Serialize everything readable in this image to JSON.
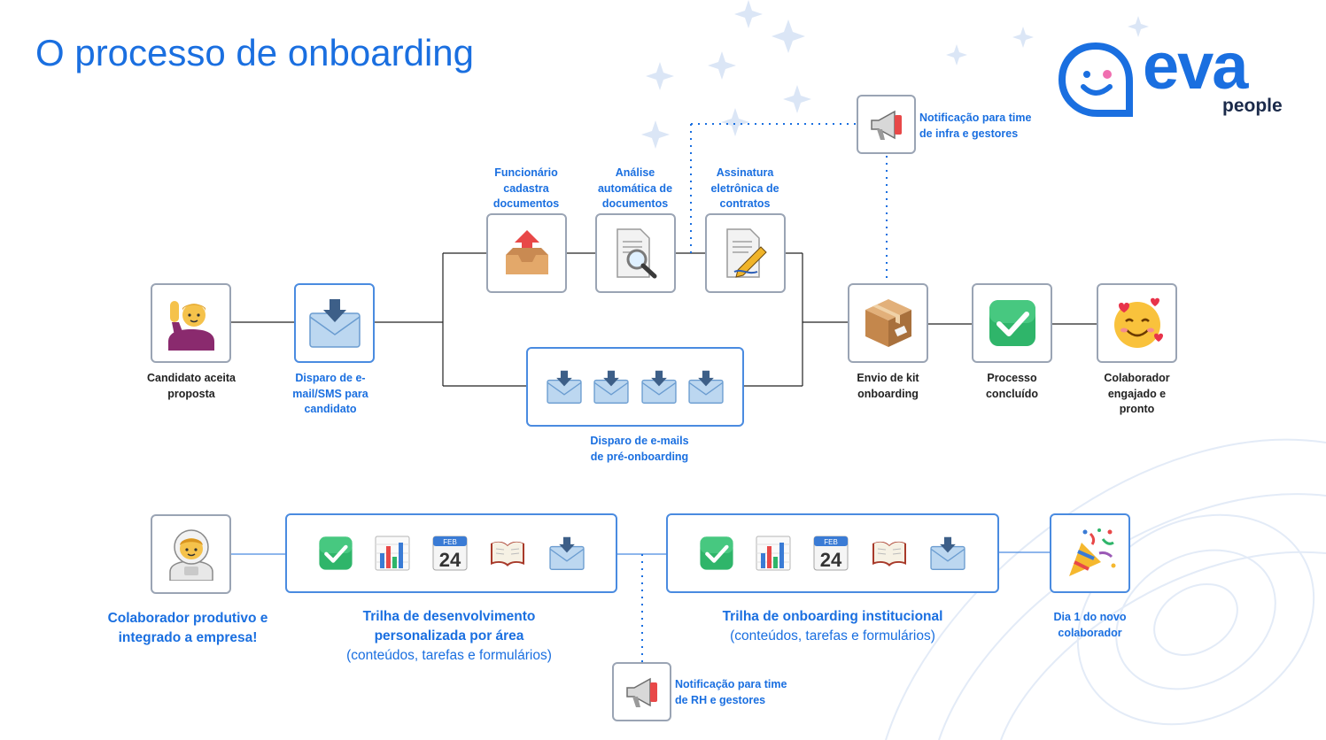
{
  "page": {
    "title": "O processo de onboarding"
  },
  "logo": {
    "brand": "eva",
    "sub": "people",
    "color": "#1a6fe0"
  },
  "colors": {
    "accent": "#1a6fe0",
    "line": "#222222",
    "dotted": "#1a6fe0",
    "box_border": "#9aa4b4"
  },
  "nodes": {
    "candidate": {
      "label": "Candidato aceita proposta",
      "icon": "person-raising-hand-icon"
    },
    "dispatch": {
      "label": "Disparo de e-mail/SMS para candidato",
      "icon": "envelope-inbox-icon"
    },
    "register": {
      "label": "Funcionário cadastra documentos",
      "icon": "outbox-tray-icon"
    },
    "analysis": {
      "label": "Análise automática de documentos",
      "icon": "document-search-icon"
    },
    "signature": {
      "label": "Assinatura eletrônica de contratos",
      "icon": "document-pen-icon"
    },
    "preonboarding": {
      "label_line1": "Disparo de e-mails",
      "label_line2": "de pré-onboarding",
      "icon": "envelope-inbox-icon"
    },
    "notify_infra": {
      "label_line1": "Notificação para time",
      "label_line2": "de infra e gestores",
      "icon": "megaphone-icon"
    },
    "kit": {
      "label": "Envio de kit onboarding",
      "icon": "package-icon"
    },
    "done": {
      "label": "Processo concluído",
      "icon": "check-mark-icon"
    },
    "engaged": {
      "label": "Colaborador engajado e pronto",
      "icon": "smiling-face-hearts-icon"
    },
    "productive": {
      "label": "Colaborador produtivo e integrado a empresa!",
      "icon": "astronaut-icon"
    },
    "track_dev": {
      "title": "Trilha de desenvolvimento personalizada por área",
      "sub": "(conteúdos, tarefas e formulários)"
    },
    "track_inst": {
      "title": "Trilha de onboarding institucional",
      "sub": "(conteúdos, tarefas e formulários)"
    },
    "day1": {
      "label": "Dia 1 do novo colaborador",
      "icon": "party-popper-icon"
    },
    "notify_hr": {
      "label_line1": "Notificação para time",
      "label_line2": "de RH e gestores",
      "icon": "megaphone-icon"
    }
  },
  "calendar": {
    "month": "FEB",
    "day": "24"
  }
}
